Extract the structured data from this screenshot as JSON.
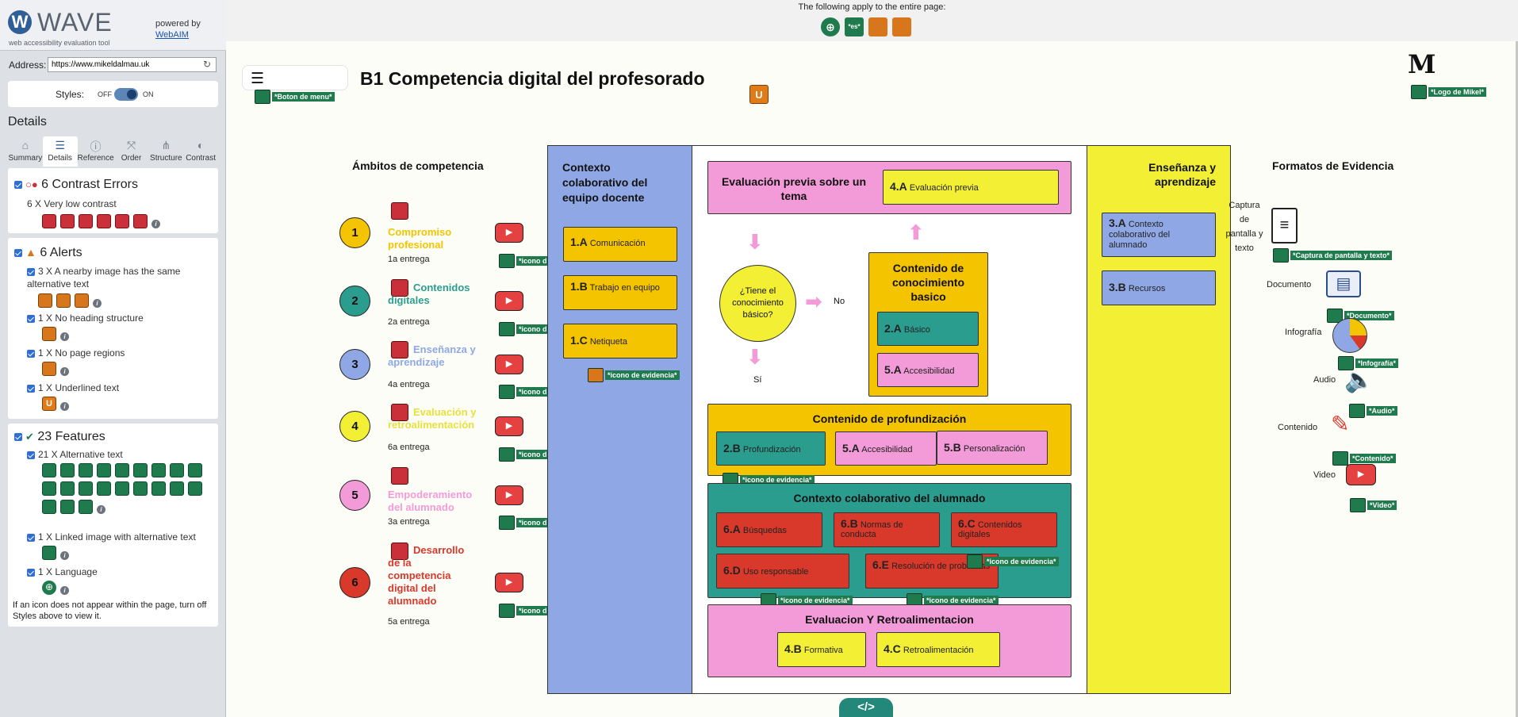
{
  "wave": {
    "logo": "WAVE",
    "logo_mark": "W",
    "tagline": "web accessibility evaluation tool",
    "powered_by": "powered by",
    "webaim": "WebAIM",
    "address_label": "Address:",
    "address_value": "https://www.mikeldalmau.uk",
    "styles_label": "Styles:",
    "styles_off": "OFF",
    "styles_on": "ON",
    "details_title": "Details",
    "tabs": [
      {
        "label": "Summary",
        "icon": "home-icon"
      },
      {
        "label": "Details",
        "icon": "list-icon"
      },
      {
        "label": "Reference",
        "icon": "info-icon"
      },
      {
        "label": "Order",
        "icon": "order-icon"
      },
      {
        "label": "Structure",
        "icon": "structure-icon"
      },
      {
        "label": "Contrast",
        "icon": "contrast-icon"
      }
    ],
    "errors": {
      "title": "6 Contrast Errors",
      "item": "6 X Very low contrast"
    },
    "alerts": {
      "title": "6 Alerts",
      "items": [
        "3 X A nearby image has the same alternative text",
        "1 X No heading structure",
        "1 X No page regions",
        "1 X Underlined text"
      ]
    },
    "features": {
      "title": "23 Features",
      "items": [
        "21 X Alternative text",
        "1 X Linked image with alternative text",
        "1 X Language"
      ]
    },
    "note": "If an icon does not appear within the page, turn off Styles above to view it."
  },
  "page": {
    "top_note": "The following apply to the entire page:",
    "lang_badge": "*es*",
    "title": "B1 Competencia digital del profesorado",
    "logo_letter": "M",
    "menu_alt": "*Boton de menu*",
    "logo_alt": "*Logo de Mikel*",
    "icono_alt": "*icono de evidencia*",
    "icono_short": "*icono d",
    "footer_code": "</>",
    "columns": {
      "ambitos": "Ámbitos de competencia",
      "contexto": "Contexto colaborativo del equipo docente",
      "ensenanza": "Enseñanza y aprendizaje",
      "formatos": "Formatos de Evidencia"
    },
    "competencias": [
      {
        "num": "1",
        "name": "Compromiso profesional",
        "delivery": "1a entrega",
        "color": "#f5c400"
      },
      {
        "num": "2",
        "name": "Contenidos digitales",
        "delivery": "2a entrega",
        "color": "#2a9d8f"
      },
      {
        "num": "3",
        "name": "Enseñanza y aprendizaje",
        "delivery": "4a entrega",
        "color": "#8fa8e5"
      },
      {
        "num": "4",
        "name": "Evaluación y retroalimentación",
        "delivery": "6a entrega",
        "color": "#f2ef35"
      },
      {
        "num": "5",
        "name": "Empoderamiento del alumnado",
        "delivery": "3a entrega",
        "color": "#f39bd8"
      },
      {
        "num": "6",
        "name": "Desarrollo de la competencia digital del alumnado",
        "delivery": "5a entrega",
        "color": "#d9392b"
      }
    ],
    "contexto_items": [
      {
        "code": "1.A",
        "text": "Comunicación"
      },
      {
        "code": "1.B",
        "text": "Trabajo en equipo"
      },
      {
        "code": "1.C",
        "text": "Netiqueta"
      }
    ],
    "evaluacion_previa": {
      "title": "Evaluación previa sobre un tema",
      "code": "4.A",
      "text": "Evaluación previa"
    },
    "question": "¿Tiene el conocimiento básico?",
    "no": "No",
    "si": "Sí",
    "basico": {
      "title": "Contenido de conocimiento basico",
      "items": [
        {
          "code": "2.A",
          "text": "Básico"
        },
        {
          "code": "5.A",
          "text": "Accesibilidad"
        }
      ]
    },
    "profundizacion": {
      "title": "Contenido de profundización",
      "items": [
        {
          "code": "2.B",
          "text": "Profundización"
        },
        {
          "code": "5.A",
          "text": "Accesibilidad"
        },
        {
          "code": "5.B",
          "text": "Personalización"
        }
      ]
    },
    "alumnado": {
      "title": "Contexto colaborativo del alumnado",
      "items": [
        {
          "code": "6.A",
          "text": "Búsquedas"
        },
        {
          "code": "6.B",
          "text": "Normas de conducta"
        },
        {
          "code": "6.C",
          "text": "Contenidos digitales"
        },
        {
          "code": "6.D",
          "text": "Uso responsable"
        },
        {
          "code": "6.E",
          "text": "Resolución de problemas"
        }
      ]
    },
    "retro": {
      "title": "Evaluacion Y Retroalimentacion",
      "items": [
        {
          "code": "4.B",
          "text": "Formativa"
        },
        {
          "code": "4.C",
          "text": "Retroalimentación"
        }
      ]
    },
    "ensenanza_items": [
      {
        "code": "3.A",
        "text": "Contexto colaborativo del alumnado"
      },
      {
        "code": "3.B",
        "text": "Recursos"
      }
    ],
    "formatos": [
      {
        "label": "Captura de pantalla y texto",
        "alt": "*Captura de pantalla y texto*"
      },
      {
        "label": "Documento",
        "alt": "*Documento*"
      },
      {
        "label": "Infografía",
        "alt": "*Infografía*"
      },
      {
        "label": "Audio",
        "alt": "*Audio*"
      },
      {
        "label": "Contenido",
        "alt": "*Contenido*"
      },
      {
        "label": "Video",
        "alt": "*Video*"
      }
    ]
  },
  "colors": {
    "yellow": "#f5c400",
    "teal": "#2a9d8f",
    "blue": "#8fa8e5",
    "lemon": "#f2ef35",
    "pink": "#f39bd8",
    "red": "#d9392b",
    "wave_green": "#1f7a4d"
  }
}
